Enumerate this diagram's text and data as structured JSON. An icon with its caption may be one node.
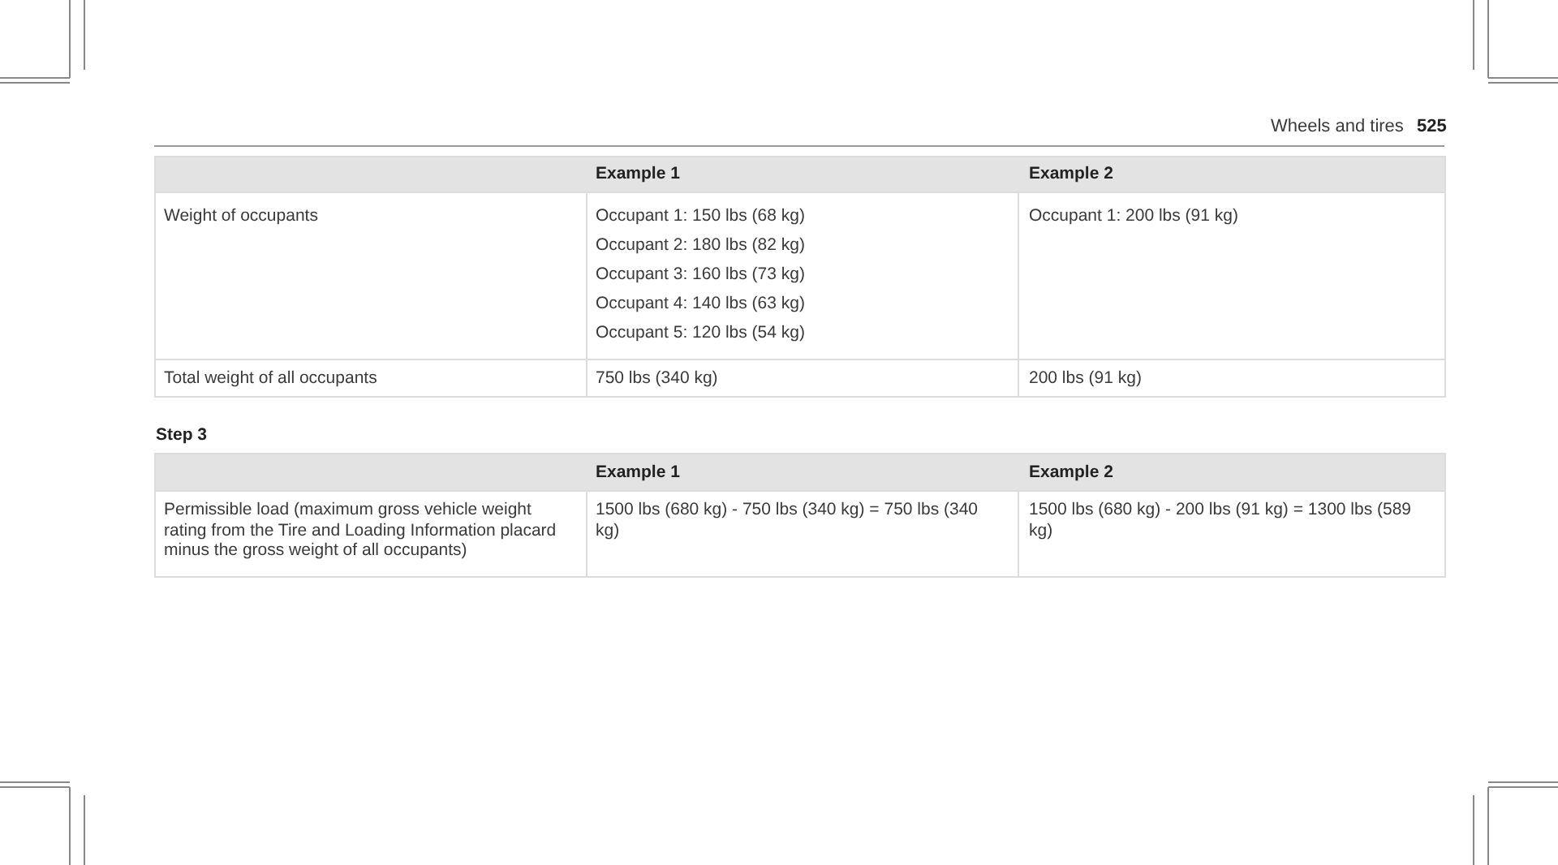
{
  "diagram": {
    "labels": [
      "Wheels and tires",
      "525",
      "Example 1",
      "Example 2",
      "Weight of occupants",
      "Occupant 1: 150 lbs (68 kg)",
      "Occupant 2: 180 lbs (82 kg)",
      "Occupant 3: 160 lbs (73 kg)",
      "Occupant 4: 140 lbs (63 kg)",
      "Occupant 5: 120 lbs (54 kg)",
      "Occupant 1: 200 lbs (91 kg)",
      "Total weight of all occupants",
      "750 lbs (340 kg)",
      "200 lbs (91 kg)",
      "Step 3",
      "Example 1",
      "Example 2",
      "Permissible load (maximum gross vehicle weight rating from the Tire and Loading Information placard minus the gross weight of all occupants)",
      "1500 lbs (680 kg) - 750 lbs (340 kg) = 750 lbs (340 kg)",
      "1500 lbs (680 kg) - 200 lbs (91 kg) = 1300 lbs (589 kg)"
    ]
  }
}
